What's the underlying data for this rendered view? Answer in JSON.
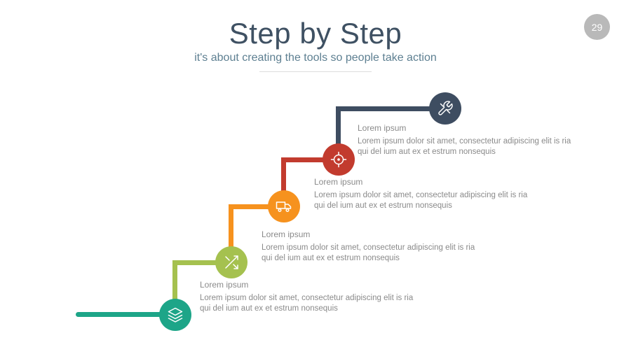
{
  "page": {
    "badge": "29",
    "title": "Step by Step",
    "subtitle": "it's about creating the tools so people take action"
  },
  "colors": {
    "title_text": "#3f5163",
    "subtitle_text": "#5d7f91",
    "body_text": "#8a8a8a",
    "badge_bg": "#b9b9b9",
    "step1": "#1da588",
    "step2": "#a5c14f",
    "step3": "#f6921e",
    "step4": "#c23b2e",
    "step5": "#3e4d61"
  },
  "steps": [
    {
      "icon": "layers-icon",
      "color": "#1da588"
    },
    {
      "icon": "shuffle-icon",
      "color": "#a5c14f",
      "heading": "Lorem ipsum",
      "line1": "Lorem ipsum dolor sit amet, consectetur adipiscing elit is ria",
      "line2": "qui del ium aut ex et estrum nonsequis"
    },
    {
      "icon": "truck-icon",
      "color": "#f6921e",
      "heading": "Lorem ipsum",
      "line1": "Lorem ipsum dolor sit amet, consectetur adipiscing elit is ria",
      "line2": "qui del ium aut ex et estrum nonsequis"
    },
    {
      "icon": "target-icon",
      "color": "#c23b2e",
      "heading": "Lorem ipsum",
      "line1": "Lorem ipsum dolor sit amet, consectetur adipiscing elit is ria",
      "line2": "qui del ium aut ex et estrum nonsequis"
    },
    {
      "icon": "tools-icon",
      "color": "#3e4d61",
      "heading": "Lorem ipsum",
      "line1": "Lorem ipsum dolor sit amet, consectetur adipiscing elit is ria",
      "line2": "qui del ium aut ex et estrum nonsequis"
    }
  ]
}
